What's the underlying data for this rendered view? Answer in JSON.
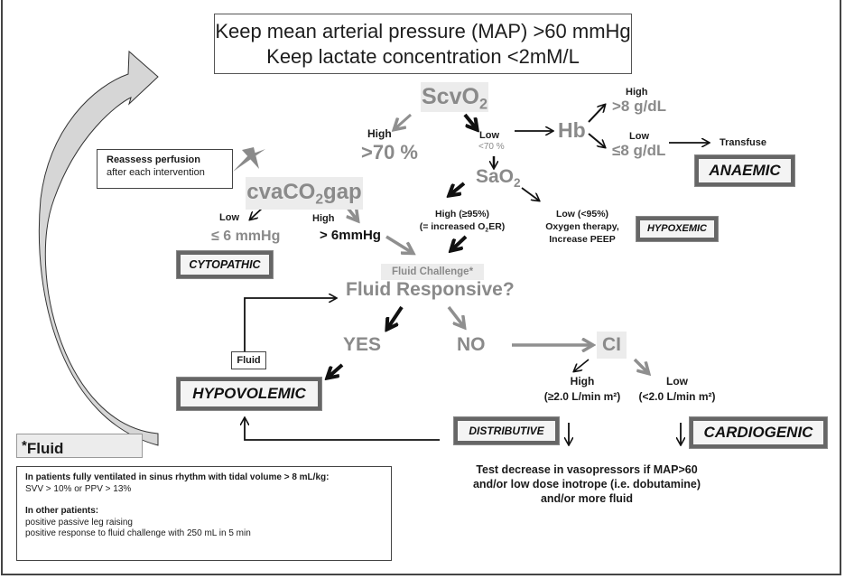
{
  "goals": {
    "line1": "Keep mean arterial pressure (MAP) >60 mmHg",
    "line2": "Keep lactate concentration <2mM/L"
  },
  "reassess": {
    "line1": "Reassess perfusion",
    "line2": "after each intervention"
  },
  "scvo2": {
    "label_main": "ScvO",
    "label_sub": "2",
    "high_label": "High",
    "high_value": ">70 %",
    "low_label": "Low",
    "low_value": "<70 %"
  },
  "hb": {
    "label": "Hb",
    "high_label": "High",
    "high_value": ">8 g/dL",
    "low_label": "Low",
    "low_value": "≤8 g/dL",
    "action": "Transfuse",
    "diagnosis": "ANAEMIC"
  },
  "sao2": {
    "label_main": "SaO",
    "label_sub": "2",
    "high_line1": "High (≥95%)",
    "high_line2_pre": "(= increased O",
    "high_line2_sub": "2",
    "high_line2_post": "ER)",
    "low_line1": "Low (<95%)",
    "low_line2": "Oxygen therapy,",
    "low_line3": "Increase PEEP",
    "diagnosis": "HYPOXEMIC"
  },
  "cvaco2gap": {
    "label_pre": "cvaCO",
    "label_sub": "2",
    "label_post": "gap",
    "low_label": "Low",
    "low_value": "≤ 6 mmHg",
    "high_label": "High",
    "high_value": "> 6mmHg",
    "diagnosis": "CYTOPATHIC"
  },
  "fluid": {
    "challenge_label": "Fluid Challenge*",
    "question": "Fluid Responsive?",
    "yes": "YES",
    "no": "NO",
    "fluid_box": "Fluid",
    "diagnosis": "HYPOVOLEMIC"
  },
  "ci": {
    "label": "CI",
    "high_line1": "High",
    "high_line2": "(≥2.0 L/min m²)",
    "low_line1": "Low",
    "low_line2": "(<2.0 L/min m²)",
    "high_diagnosis": "DISTRIBUTIVE",
    "low_diagnosis": "CARDIOGENIC"
  },
  "treatment": {
    "line1": "Test decrease in vasopressors if MAP>60",
    "line2": "and/or low dose inotrope (i.e. dobutamine)",
    "line3": "and/or more fluid"
  },
  "footnote": {
    "title_star": "*",
    "title": "Fluid Challenge:",
    "ventilated_heading": "In patients fully ventilated in sinus rhythm with tidal volume > 8 mL/kg:",
    "ventilated_criteria": "SVV > 10% or PPV > 13%",
    "other_heading": "In other patients:",
    "other_item1": "positive passive leg raising",
    "other_item2": "positive response to fluid challenge with 250 mL in 5 min"
  },
  "colors": {
    "node_gray": "#8a8a8a",
    "arrow_black": "#111111",
    "arrow_gray": "#8f8f8f",
    "box_border": "#666666"
  }
}
